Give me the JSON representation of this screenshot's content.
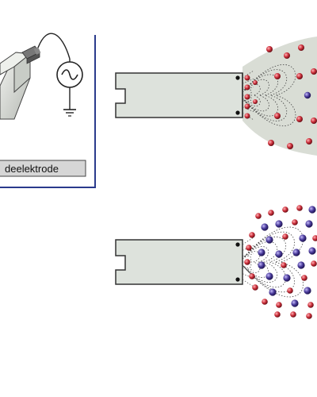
{
  "inset": {
    "label": "deelektrode",
    "frame_color": "#2a3a8c",
    "label_box_fill": "#d6d6d6"
  },
  "panels": [
    {
      "name": "top-panel",
      "field_background": "#d9ddd5"
    },
    {
      "name": "bottom-panel",
      "field_background": "#ffffff"
    }
  ],
  "colors": {
    "electrode_body": "#dde2dc",
    "electrode_stroke": "#333333",
    "positive_charge": "#c8323a",
    "negative_charge": "#4a3c9a",
    "field_lines": "#444444"
  },
  "icons": {
    "ac_source": "ac-source-icon",
    "ground": "ground-icon",
    "sensor_probe": "sensor-probe-icon"
  }
}
